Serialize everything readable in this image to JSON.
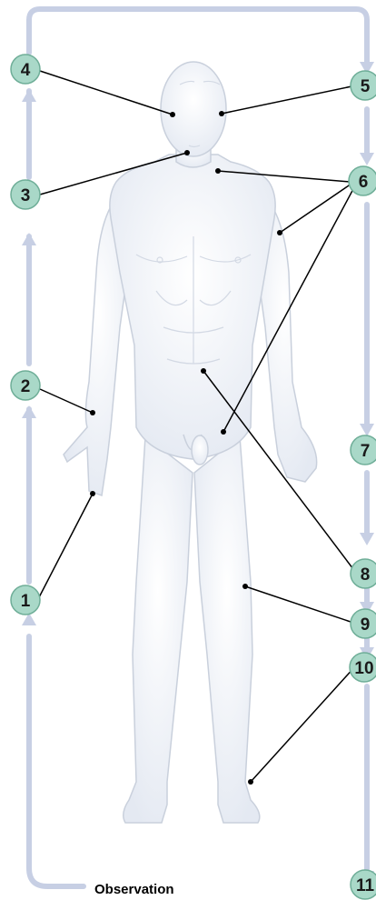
{
  "diagram": {
    "caption": "Observation",
    "markers": [
      "1",
      "2",
      "3",
      "4",
      "5",
      "6",
      "7",
      "8",
      "9",
      "10",
      "11"
    ]
  },
  "colors": {
    "path": "#c7cfe4",
    "badge_fill": "#a9d8c8",
    "badge_stroke": "#6fae98",
    "body_fill": "#eef2f8",
    "body_stroke": "#c9d0dc",
    "leader": "#000000"
  }
}
